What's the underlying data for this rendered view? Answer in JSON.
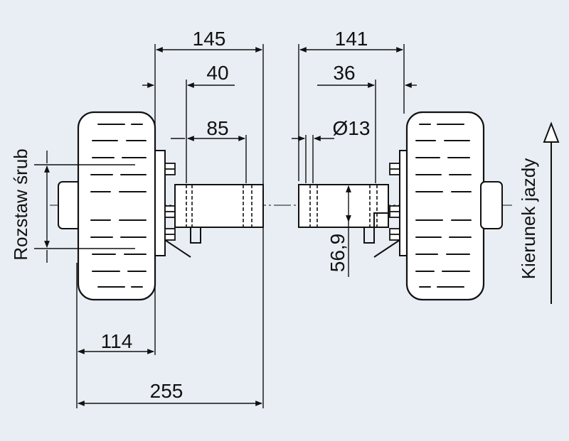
{
  "colors": {
    "background": "#e8eef4",
    "line": "#111111",
    "hub_fill": "#ffffff"
  },
  "dimensions": {
    "left_overall": "145",
    "left_bracket": "40",
    "center_85": "85",
    "right_overall": "141",
    "right_bracket": "36",
    "hole_diameter": "Ø13",
    "height_56_9": "56,9",
    "hub_114": "114",
    "total_255": "255"
  },
  "labels": {
    "bolt_spacing": "Rozstaw śrub",
    "travel_direction": "Kierunek jazdy"
  },
  "icons": {
    "direction_arrow": "arrow-up-icon"
  }
}
